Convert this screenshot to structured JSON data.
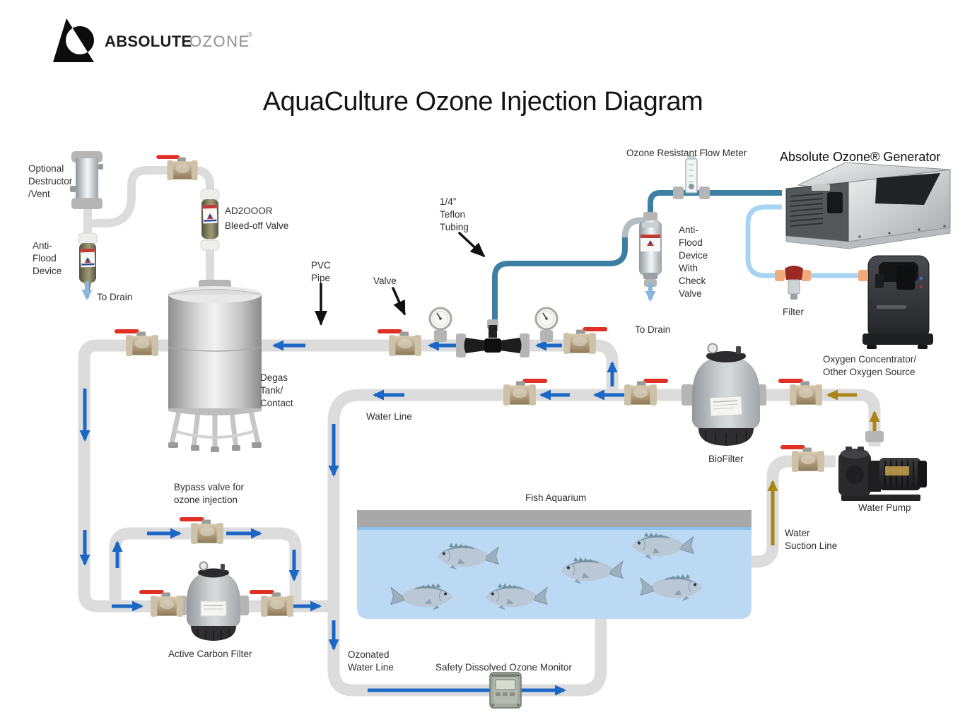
{
  "palette": {
    "pipe": "#dcdcdc",
    "fitting": "#b5b5b5",
    "white_fitting": "#ededeb",
    "arrow_blue": "#1b67c6",
    "arrow_gold": "#a98616",
    "drain_blue": "#8ab5de",
    "ozone_line": "#3c7fa2",
    "oxygen_line": "#a9d3f2",
    "oxygen_fitting": "#f1aa79",
    "valve_red": "#e03026",
    "water": "#bcd9f4",
    "aquarium_rim": "#a8a8a8",
    "ink": "#2f2f2f"
  },
  "brand": {
    "name_bold": "ABSOLUTE",
    "name_light": "OZONE",
    "registered": "®"
  },
  "title": "AquaCulture Ozone Injection Diagram",
  "labels": {
    "optional_destructor": [
      "Optional",
      "Destructor",
      "/Vent"
    ],
    "to_drain_left": "To Drain",
    "anti_flood": [
      "Anti-",
      "Flood",
      "Device"
    ],
    "bleed_off": [
      "AD2OOOR",
      "Bleed-off Valve"
    ],
    "pvc_pipe": [
      "PVC",
      "Pipe"
    ],
    "valve": "Valve",
    "teflon_tubing": [
      "1/4”",
      "Teflon",
      "Tubing"
    ],
    "flow_meter": "Ozone Resistant Flow Meter",
    "generator": "Absolute Ozone® Generator",
    "anti_flood_check": [
      "Anti-",
      "Flood",
      "Device",
      "With",
      "Check",
      "Valve"
    ],
    "to_drain_right": "To Drain",
    "filter": "Filter",
    "oxygen_source": [
      "Oxygen Concentrator/",
      "Other Oxygen Source"
    ],
    "degas_tank": [
      "Degas",
      "Tank/",
      "Contact"
    ],
    "water_line": "Water Line",
    "biofilter": "BioFilter",
    "water_pump": "Water Pump",
    "water_suction": [
      "Water",
      "Suction Line"
    ],
    "fish_aquarium": "Fish Aquarium",
    "bypass_valve": [
      "Bypass valve for",
      "ozone injection"
    ],
    "active_carbon": "Active Carbon Filter",
    "ozonated_water": [
      "Ozonated",
      "Water Line"
    ],
    "ozone_monitor": "Safety Dissolved Ozone Monitor"
  }
}
